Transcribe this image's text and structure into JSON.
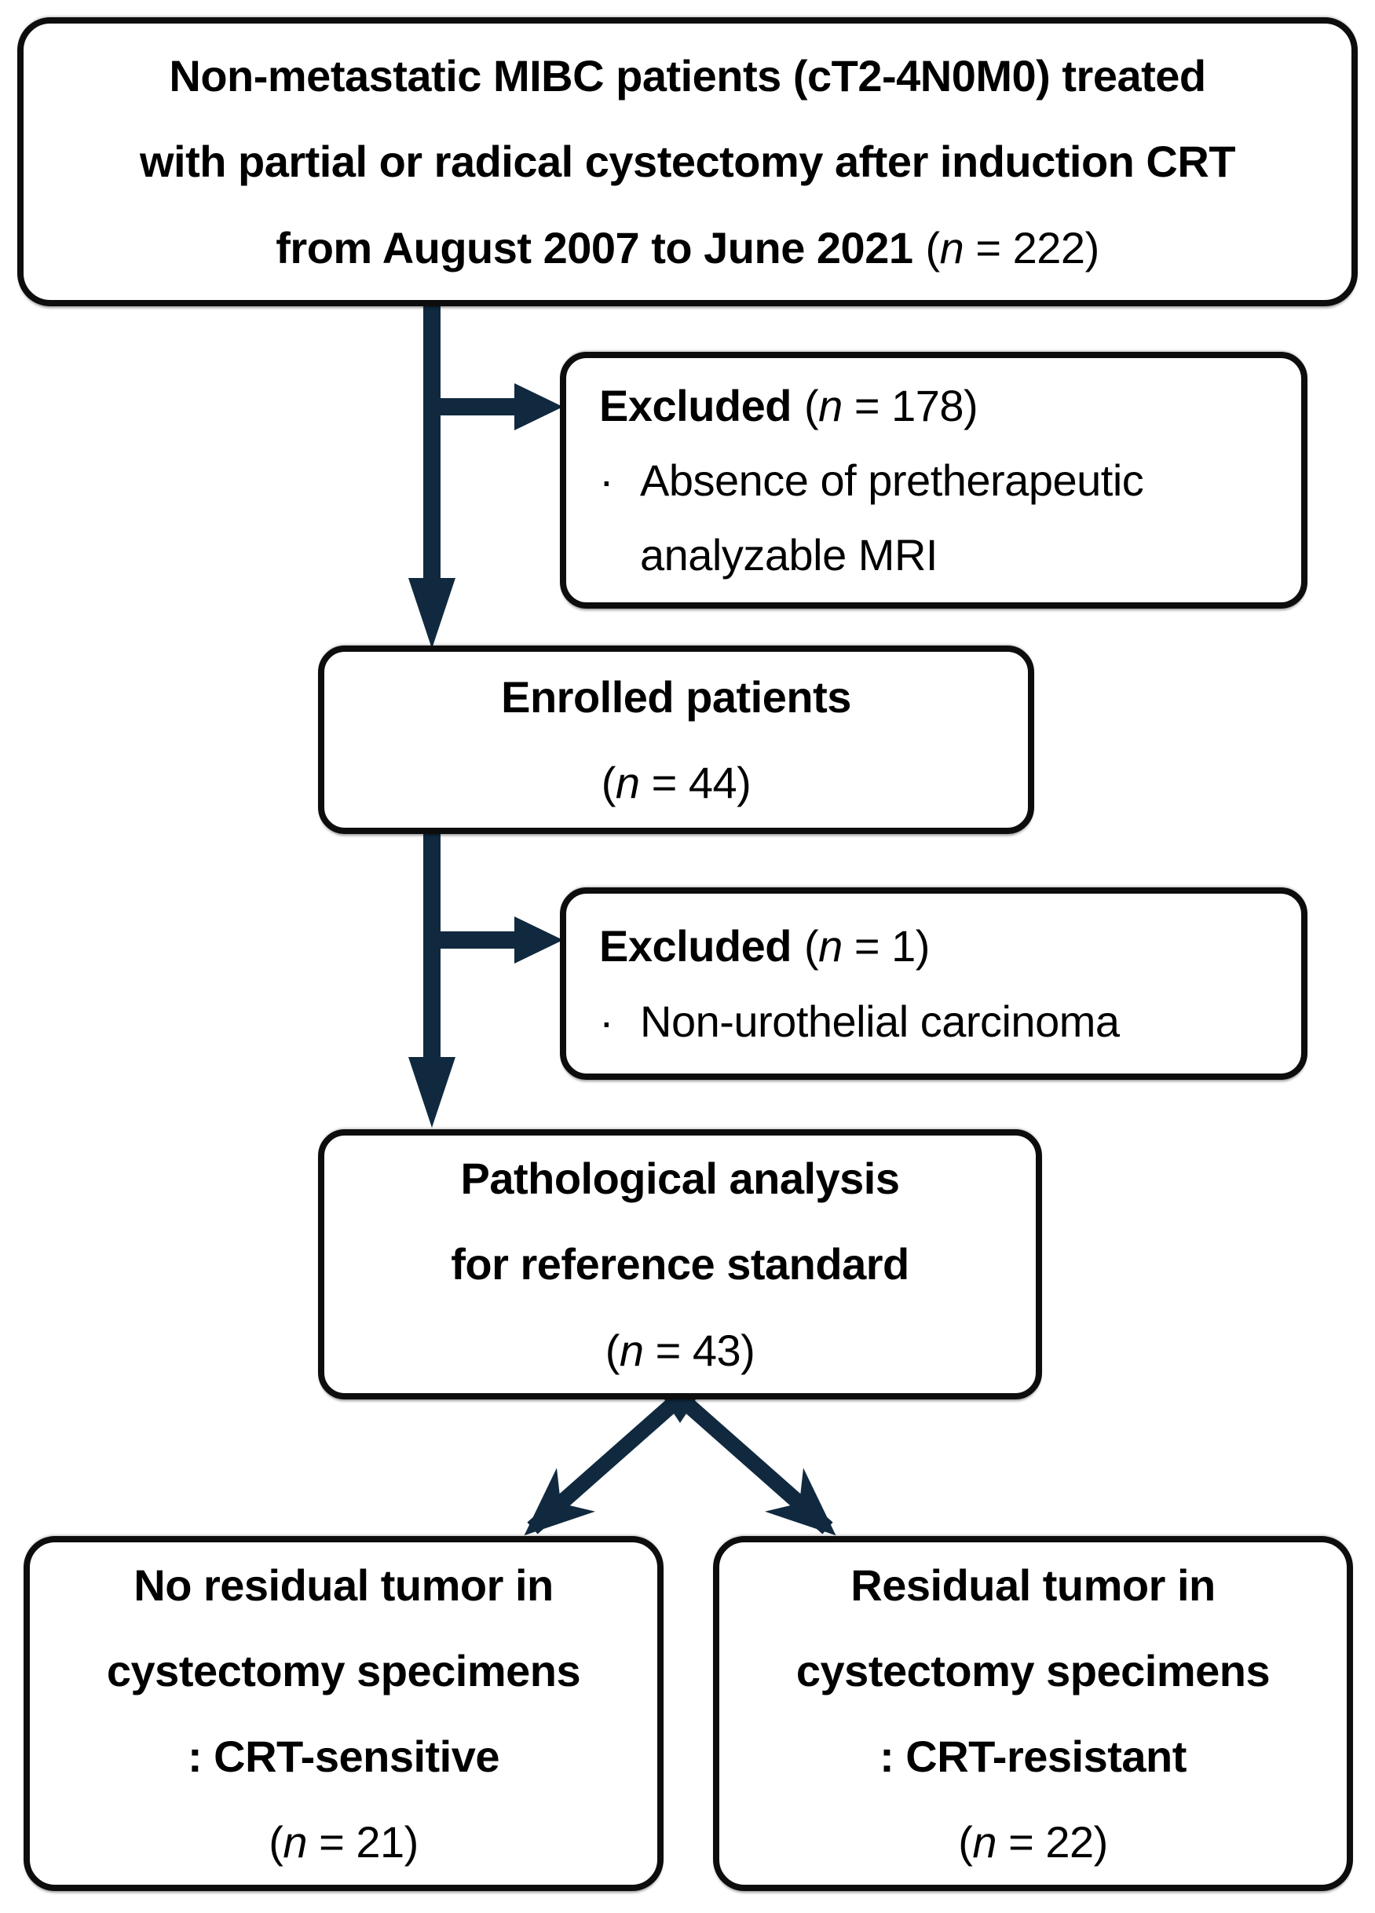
{
  "colors": {
    "arrow": "#10293f",
    "border": "#0d0d0d",
    "ink": "#000000",
    "bg": "#ffffff"
  },
  "boxes": {
    "top": {
      "lines": [
        "Non-metastatic MIBC patients (cT2-4N0M0) treated",
        "with partial or radical cystectomy after induction CRT",
        "from August 2007 to June 2021"
      ],
      "count": {
        "open": "(",
        "var": "n",
        "rest": " = 222)"
      }
    },
    "excluded1": {
      "heading": "Excluded",
      "count": {
        "open": "(",
        "var": "n",
        "rest": " = 178)"
      },
      "items": [
        {
          "bullet": "·",
          "text": "Absence of pretherapeutic analyzable MRI"
        }
      ]
    },
    "enrolled": {
      "lines": [
        "Enrolled patients"
      ],
      "count": {
        "open": "(",
        "var": "n",
        "rest": " = 44)"
      }
    },
    "excluded2": {
      "heading": "Excluded",
      "count": {
        "open": "(",
        "var": "n",
        "rest": " = 1)"
      },
      "items": [
        {
          "bullet": "·",
          "text": "Non-urothelial carcinoma"
        }
      ]
    },
    "pathology": {
      "lines": [
        "Pathological analysis",
        "for reference standard"
      ],
      "count": {
        "open": "(",
        "var": "n",
        "rest": " = 43)"
      }
    },
    "result_sensitive": {
      "lines": [
        "No residual tumor in",
        "cystectomy specimens",
        ": CRT-sensitive"
      ],
      "count": {
        "open": "(",
        "var": "n",
        "rest": " = 21)"
      }
    },
    "result_resistant": {
      "lines": [
        "Residual tumor in",
        "cystectomy specimens",
        ": CRT-resistant"
      ],
      "count": {
        "open": "(",
        "var": "n",
        "rest": " = 22)"
      }
    }
  }
}
